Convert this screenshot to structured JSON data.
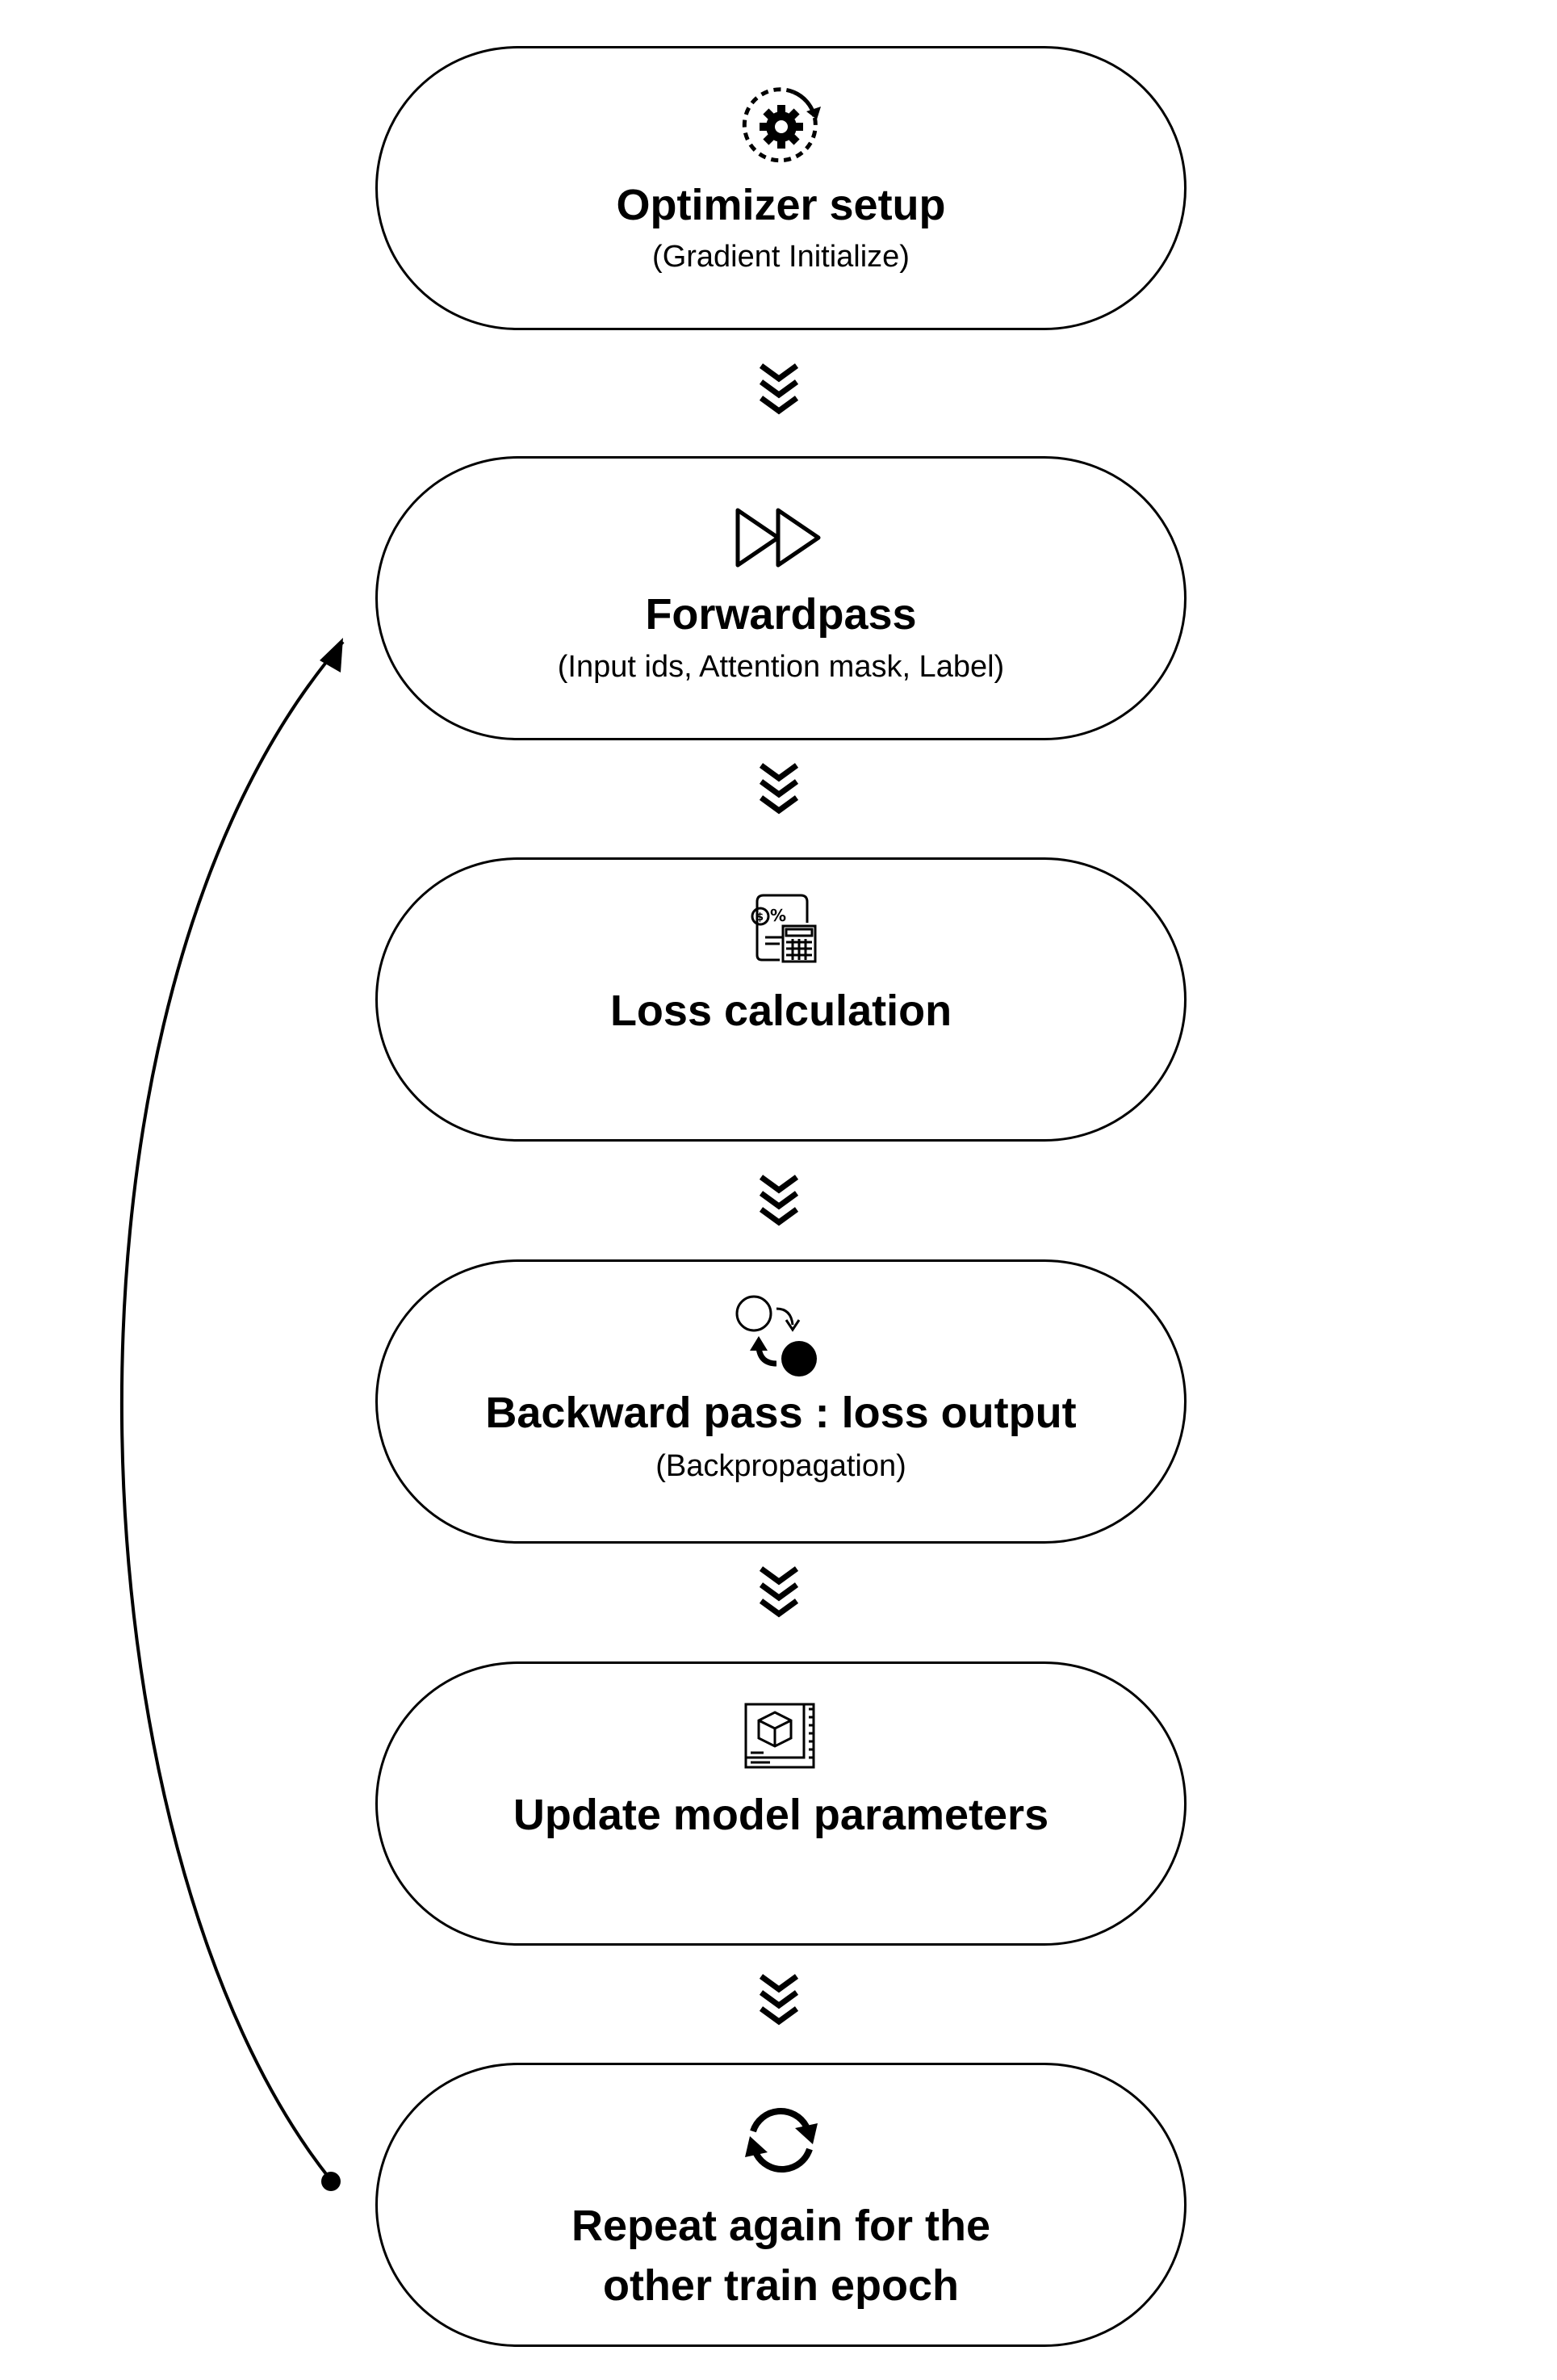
{
  "steps": [
    {
      "id": "optimizer-setup",
      "title": "Optimizer setup",
      "subtitle": "(Gradient Initialize)",
      "icon": "gear-refresh-icon"
    },
    {
      "id": "forwardpass",
      "title": "Forwardpass",
      "subtitle": "(Input ids, Attention mask, Label)",
      "icon": "fast-forward-icon"
    },
    {
      "id": "loss-calculation",
      "title": "Loss calculation",
      "icon": "calculator-receipt-icon"
    },
    {
      "id": "backward-pass",
      "title": "Backward pass : loss output",
      "subtitle": "(Backpropagation)",
      "icon": "circle-swap-icon"
    },
    {
      "id": "update-parameters",
      "title": "Update model parameters",
      "icon": "blueprint-cube-icon"
    },
    {
      "id": "repeat",
      "title": "Repeat again for the\nother train epoch",
      "icon": "sync-arrows-icon"
    }
  ],
  "connectors": [
    "chevron-triple-down-icon",
    "chevron-triple-down-icon",
    "chevron-triple-down-icon",
    "chevron-triple-down-icon",
    "chevron-triple-down-icon"
  ],
  "loop_arrow": {
    "from": "repeat",
    "to": "forwardpass"
  },
  "colors": {
    "stroke": "#000000",
    "background": "#ffffff"
  }
}
